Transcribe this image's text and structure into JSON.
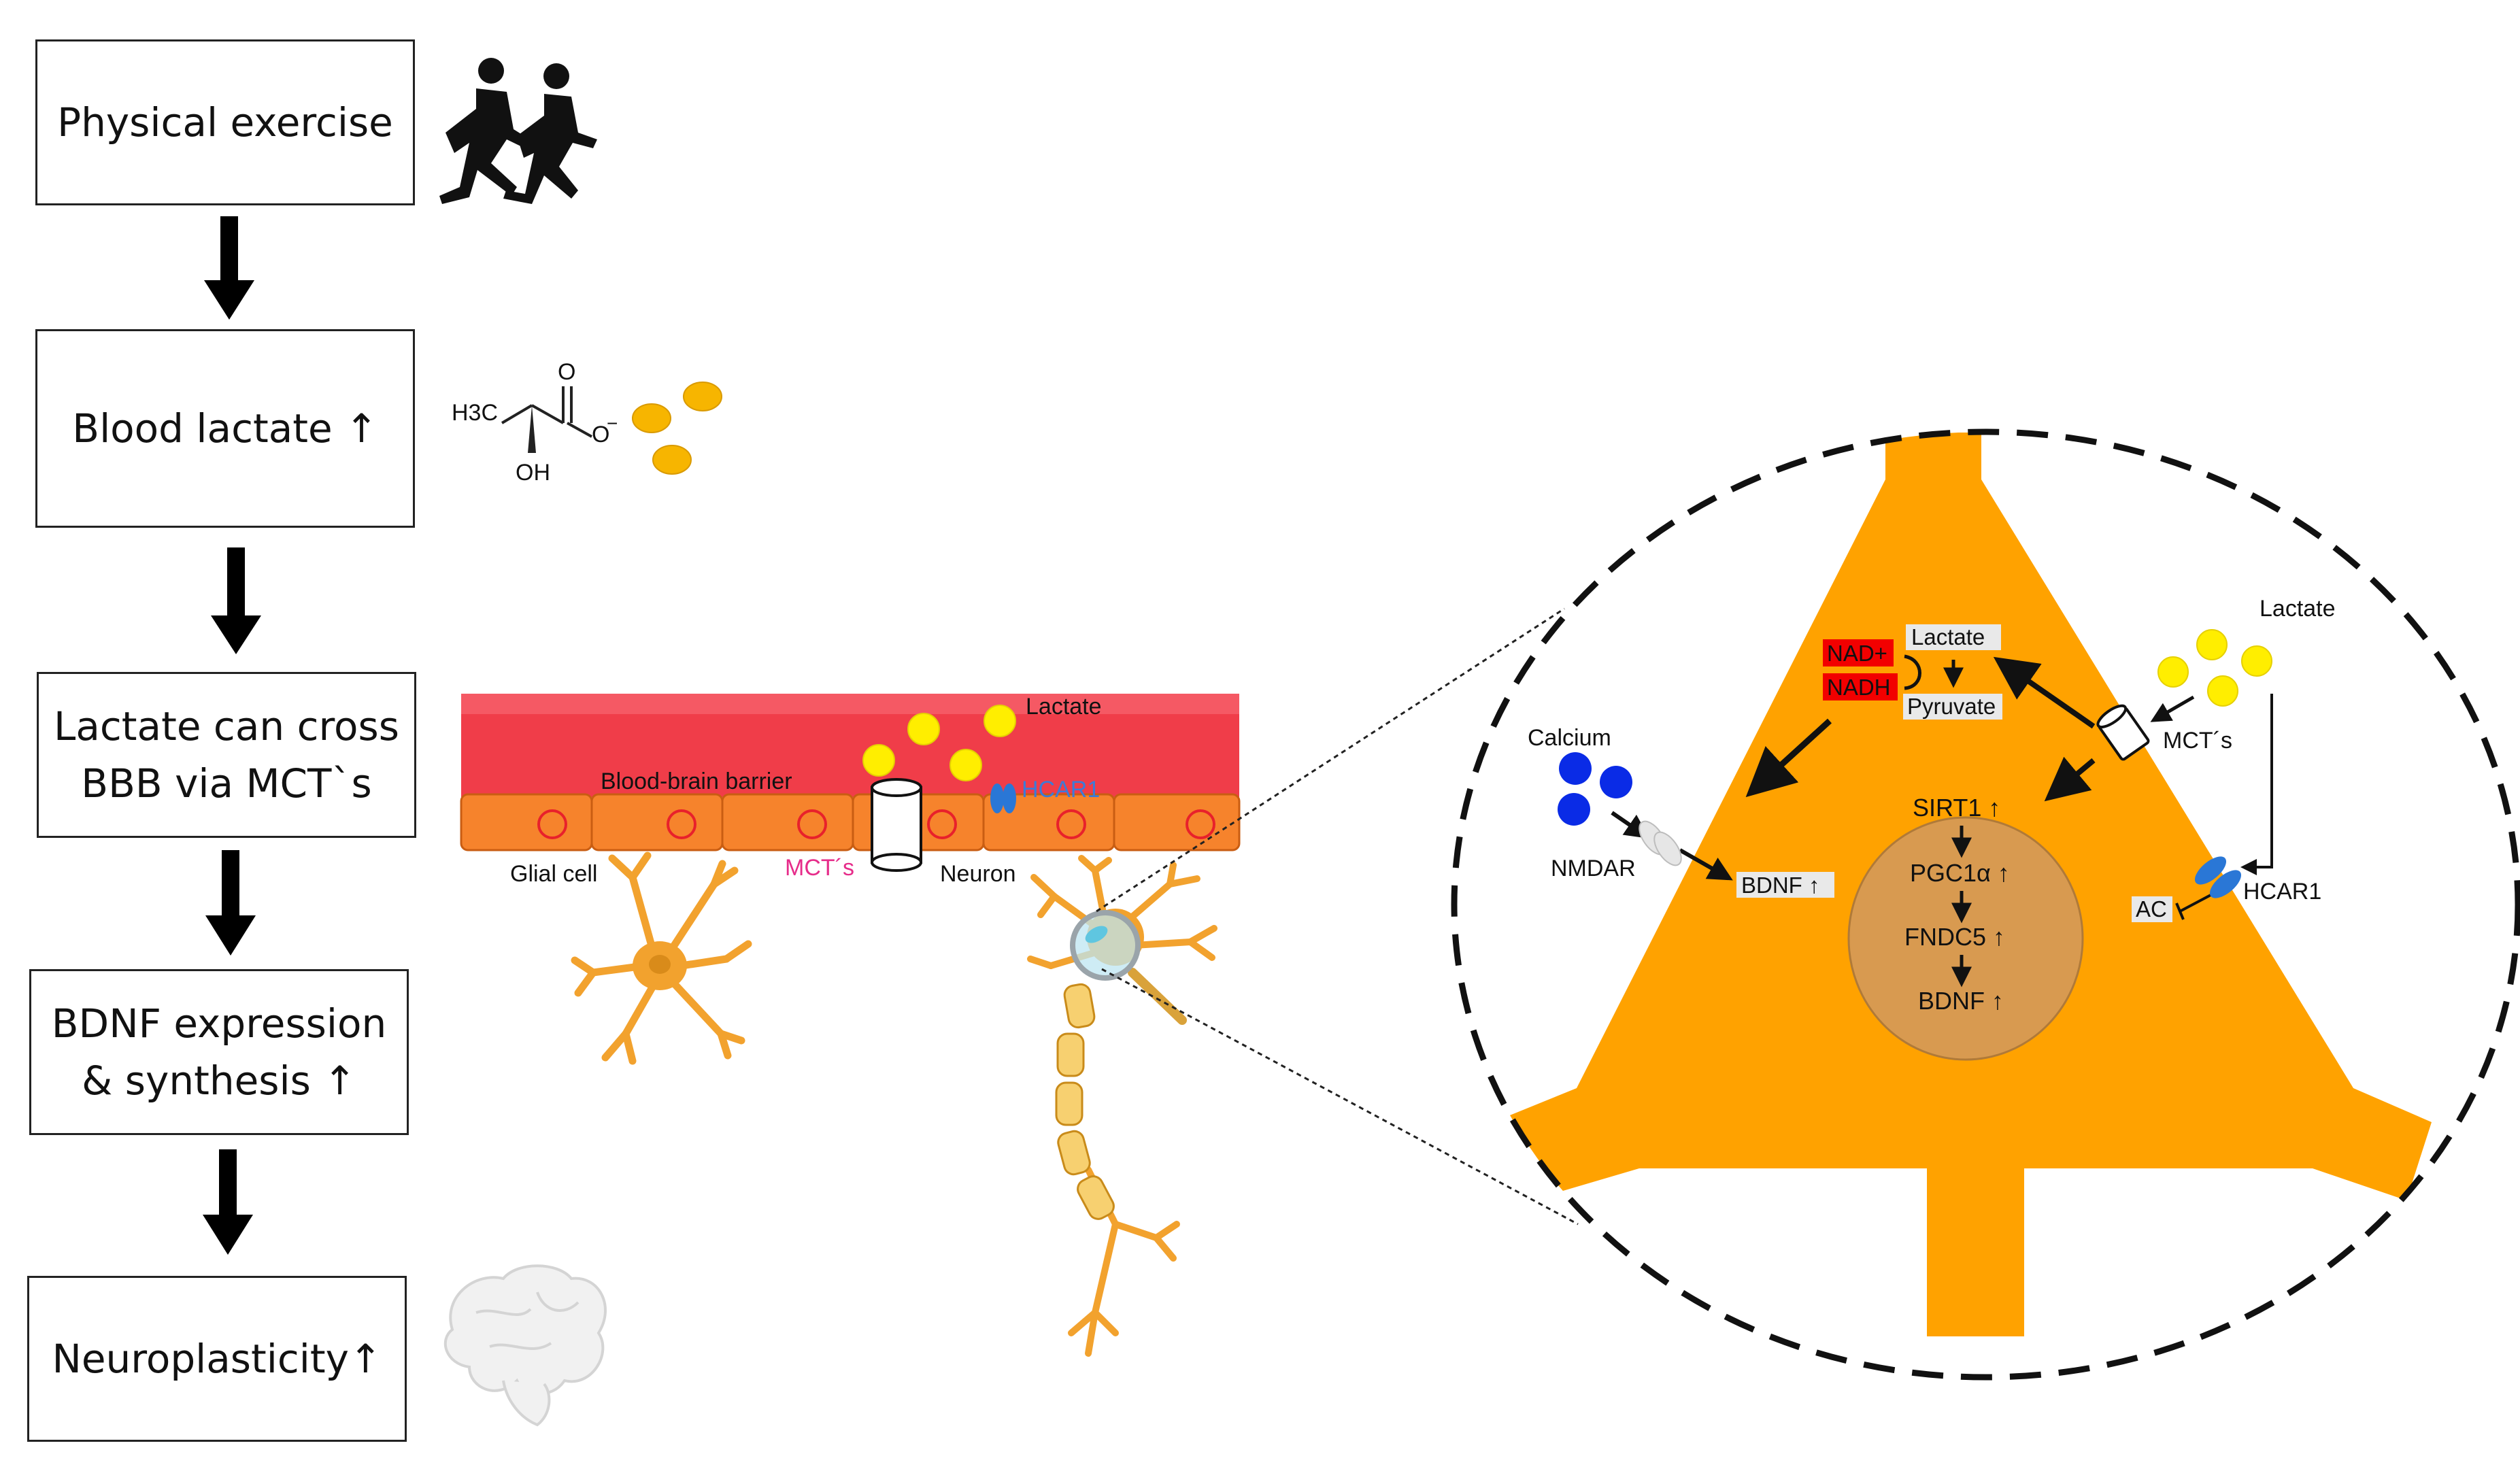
{
  "flow": {
    "step1": "Physical exercise",
    "step2": "Blood lactate ↑",
    "step3": "Lactate can cross\nBBB via MCT`s",
    "step4": "BDNF expression\n& synthesis ↑",
    "step5": "Neuroplasticity↑"
  },
  "molecule": {
    "methyl": "H3C",
    "hydroxyl": "OH",
    "carbonyl": "O",
    "charge": "−"
  },
  "barrier": {
    "lactate": "Lactate",
    "bbb": "Blood-brain barrier",
    "hcar1": "HCAR1",
    "mcts": "MCT´s",
    "glial_cell": "Glial cell",
    "neuron": "Neuron"
  },
  "zoom": {
    "nad": "NAD+",
    "nadh": "NADH",
    "lactate_inner": "Lactate",
    "pyruvate": "Pyruvate",
    "lactate_outer": "Lactate",
    "calcium": "Calcium",
    "nmdar": "NMDAR",
    "bdnf_membrane": "BDNF ↑",
    "mcts": "MCT´s",
    "hcar1": "HCAR1",
    "ac": "AC",
    "cascade": [
      "SIRT1 ↑",
      "PGC1α ↑",
      "FNDC5  ↑",
      "BDNF ↑"
    ]
  },
  "colors": {
    "neuron_orange": "#FFA200",
    "lactate_yellow": "#FFEE00",
    "molecule_gold": "#F7B500",
    "calcium_blue": "#0A2BE6",
    "vessel_red": "#F03D49",
    "endothelium_orange": "#F6832C",
    "nad_red": "#F20000"
  }
}
